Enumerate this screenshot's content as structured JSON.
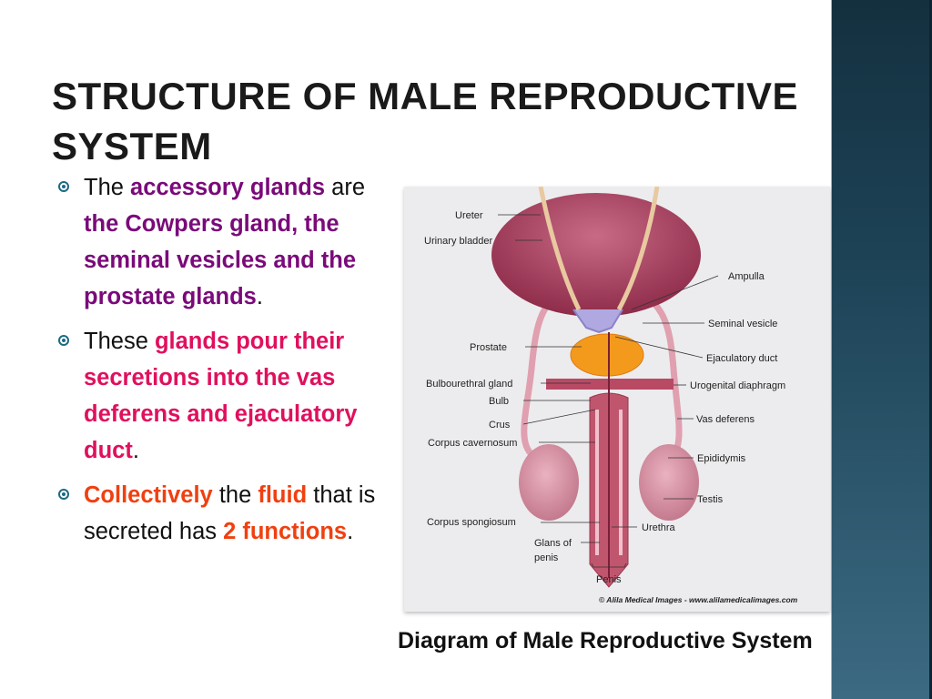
{
  "slide": {
    "title": "Structure of Male Reproductive System",
    "bullets": [
      {
        "segments": [
          {
            "text": "The ",
            "style": "plain"
          },
          {
            "text": "accessory glands",
            "style": "purple"
          },
          {
            "text": " are ",
            "style": "plain"
          },
          {
            "text": "the Cowpers gland, the seminal vesicles and the prostate glands",
            "style": "purple"
          },
          {
            "text": ".",
            "style": "plain"
          }
        ]
      },
      {
        "segments": [
          {
            "text": "These ",
            "style": "plain"
          },
          {
            "text": "glands pour their secretions into the vas deferens and ejaculatory duct",
            "style": "pink"
          },
          {
            "text": ".",
            "style": "plain"
          }
        ]
      },
      {
        "segments": [
          {
            "text": "Collectively",
            "style": "orange"
          },
          {
            "text": " the ",
            "style": "plain"
          },
          {
            "text": "fluid",
            "style": "orange"
          },
          {
            "text": " that is secreted has ",
            "style": "plain"
          },
          {
            "text": "2 functions",
            "style": "orange"
          },
          {
            "text": ".",
            "style": "plain"
          }
        ]
      }
    ],
    "caption": "Diagram of Male Reproductive System"
  },
  "diagram": {
    "labels": {
      "ureter": "Ureter",
      "urinary_bladder": "Urinary bladder",
      "ampulla": "Ampulla",
      "seminal_vesicle": "Seminal  vesicle",
      "prostate": "Prostate",
      "ejaculatory_duct": "Ejaculatory duct",
      "bulbourethral_gland": "Bulbourethral gland",
      "urogenital_diaphragm": "Urogenital diaphragm",
      "bulb": "Bulb",
      "crus": "Crus",
      "vas_deferens": "Vas deferens",
      "corpus_cavernosum": "Corpus cavernosum",
      "epididymis": "Epididymis",
      "testis": "Testis",
      "corpus_spongiosum": "Corpus spongiosum",
      "urethra": "Urethra",
      "glans_1": "Glans of",
      "glans_2": "penis",
      "penis": "Penis",
      "copyright": "© Alila Medical Images  -  www.alilamedicalimages.com"
    }
  },
  "colors": {
    "sidebar": "#1e4458",
    "bullet": "#1d6a82",
    "purple": "#7a0a7a",
    "pink": "#e0105e",
    "orange": "#f04010"
  }
}
